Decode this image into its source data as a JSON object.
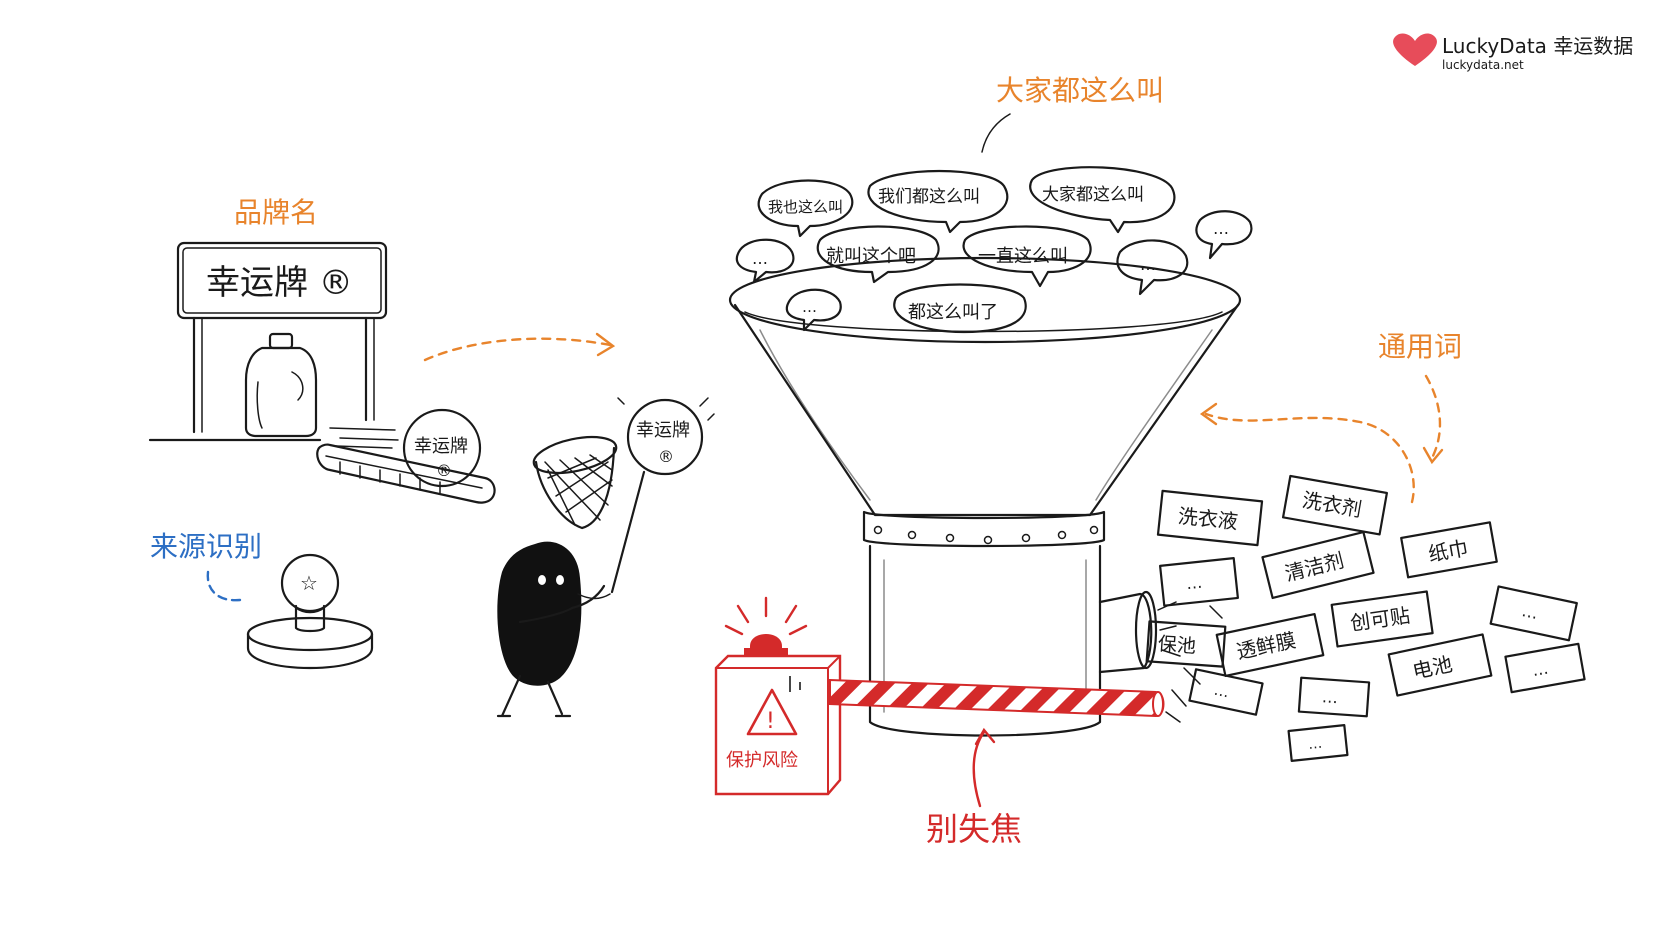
{
  "brand": {
    "name": "LuckyData 幸运数据",
    "url": "luckydata.net",
    "color": "#e74c5a"
  },
  "labels": {
    "brand_name": "品牌名",
    "source_id": "来源识别",
    "everyone_calls": "大家都这么叫",
    "generic_word": "通用词",
    "dont_lose_focus": "别失焦",
    "protect_risk": "保护风险"
  },
  "sign": {
    "text": "幸运牌 ®"
  },
  "tokens": {
    "token_text": "幸运牌",
    "token_mark": "®"
  },
  "bubbles": [
    {
      "text": "我也这么叫"
    },
    {
      "text": "我们都这么叫"
    },
    {
      "text": "大家都这么叫"
    },
    {
      "text": "…"
    },
    {
      "text": "就叫这个吧"
    },
    {
      "text": "一直这么叫"
    },
    {
      "text": "…"
    },
    {
      "text": "…"
    },
    {
      "text": "…"
    },
    {
      "text": "都这么叫了"
    }
  ],
  "cards": [
    {
      "text": "洗衣液"
    },
    {
      "text": "洗衣剂"
    },
    {
      "text": "纸巾"
    },
    {
      "text": "…"
    },
    {
      "text": "清洁剂"
    },
    {
      "text": "保池"
    },
    {
      "text": "透鲜膜"
    },
    {
      "text": "创可贴"
    },
    {
      "text": "…"
    },
    {
      "text": "电池"
    },
    {
      "text": "…"
    },
    {
      "text": "…"
    },
    {
      "text": "…"
    },
    {
      "text": "…"
    }
  ],
  "stamp_icon": "star-icon",
  "colors": {
    "orange": "#e8842c",
    "blue": "#2d6fc4",
    "red": "#d42a2a",
    "ink": "#1a1a1a"
  }
}
